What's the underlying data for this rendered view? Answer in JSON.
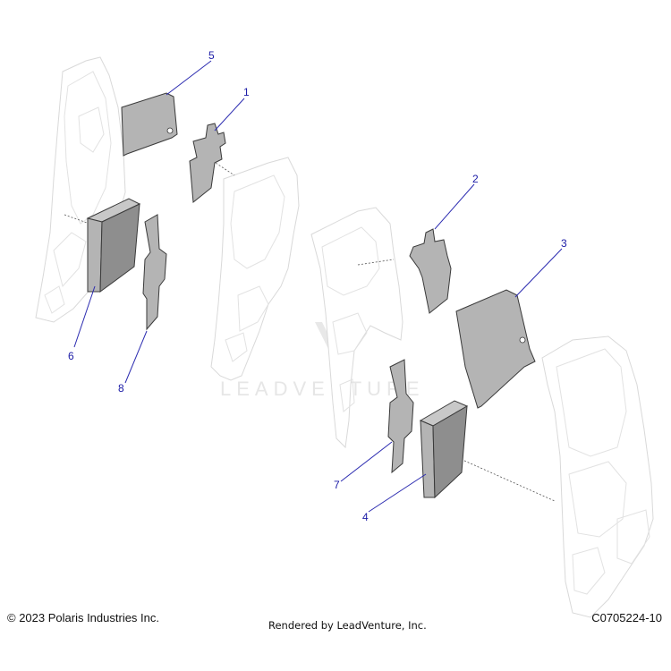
{
  "diagram": {
    "watermark": "LEADVENTURE",
    "callouts": [
      {
        "id": "1",
        "label": "1"
      },
      {
        "id": "2",
        "label": "2"
      },
      {
        "id": "3",
        "label": "3"
      },
      {
        "id": "4",
        "label": "4"
      },
      {
        "id": "5",
        "label": "5"
      },
      {
        "id": "6",
        "label": "6"
      },
      {
        "id": "7",
        "label": "7"
      },
      {
        "id": "8",
        "label": "8"
      }
    ]
  },
  "footer": {
    "copyright": "© 2023 Polaris Industries Inc.",
    "rendered_by": "Rendered by LeadVenture, Inc.",
    "diagram_code": "C0705224-10"
  }
}
